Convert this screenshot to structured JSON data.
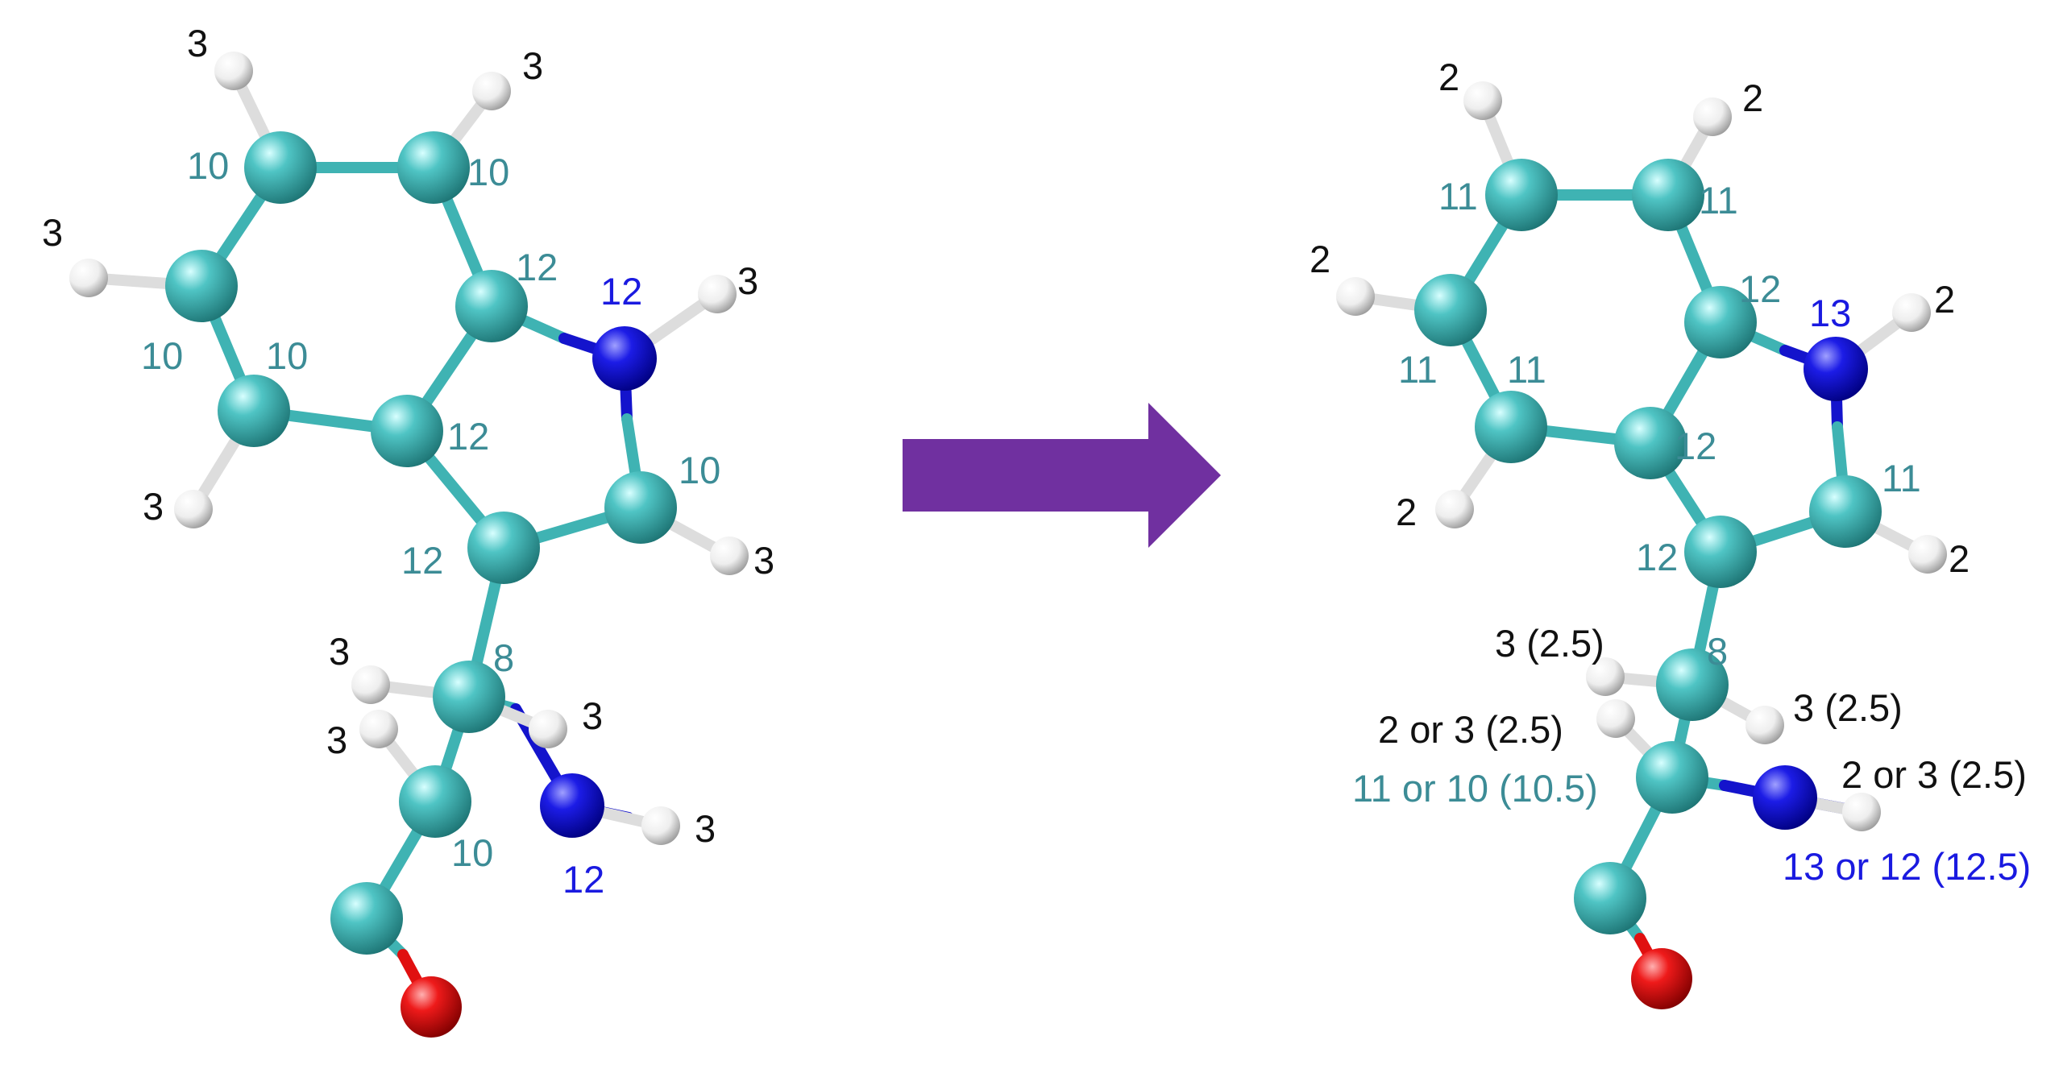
{
  "colors": {
    "carbon": "#3fb3b3",
    "nitrogen": "#1414cc",
    "oxygen": "#e01010",
    "hydrogen": "#f2f2f2",
    "teal_label": "#3c8c96",
    "blue_label": "#1a1ae0",
    "black_label": "#111111",
    "arrow": "#7030a0"
  },
  "left": {
    "labels": {
      "h_top_left": "3",
      "h_top_right": "3",
      "c_top_left": "10",
      "c_top_right": "10",
      "h_left": "3",
      "c_ring_bridge_top": "12",
      "n_ring": "12",
      "h_n_ring": "3",
      "c_left": "10",
      "c_lower_left": "10",
      "c_ring_bridge_bottom": "12",
      "c_pyrrole": "10",
      "h_lower_left": "3",
      "c_pyrrole_bottom": "12",
      "h_pyrrole": "3",
      "h_ch2_top": "3",
      "c_ch2": "8",
      "h_ch2_left": "3",
      "h_ch2_right": "3",
      "h_nh": "3",
      "c_alpha": "10",
      "n_amine": "12"
    }
  },
  "right": {
    "labels": {
      "h_top_left": "2",
      "h_top_right": "2",
      "c_top_left": "11",
      "c_top_right": "11",
      "h_left": "2",
      "c_ring_bridge_top": "12",
      "n_ring": "13",
      "h_n_ring": "2",
      "c_left": "11",
      "c_lower_left": "11",
      "c_ring_bridge_bottom": "12",
      "c_pyrrole": "11",
      "h_lower_left": "2",
      "c_pyrrole_bottom": "12",
      "h_pyrrole": "2",
      "h_ch2_top": "3 (2.5)",
      "c_ch2": "8",
      "h_ch2_right": "3 (2.5)",
      "h_alpha": "2 or 3 (2.5)",
      "c_alpha": "11 or 10 (10.5)",
      "h_nh": "2 or 3 (2.5)",
      "n_amine": "13 or 12 (12.5)"
    }
  }
}
